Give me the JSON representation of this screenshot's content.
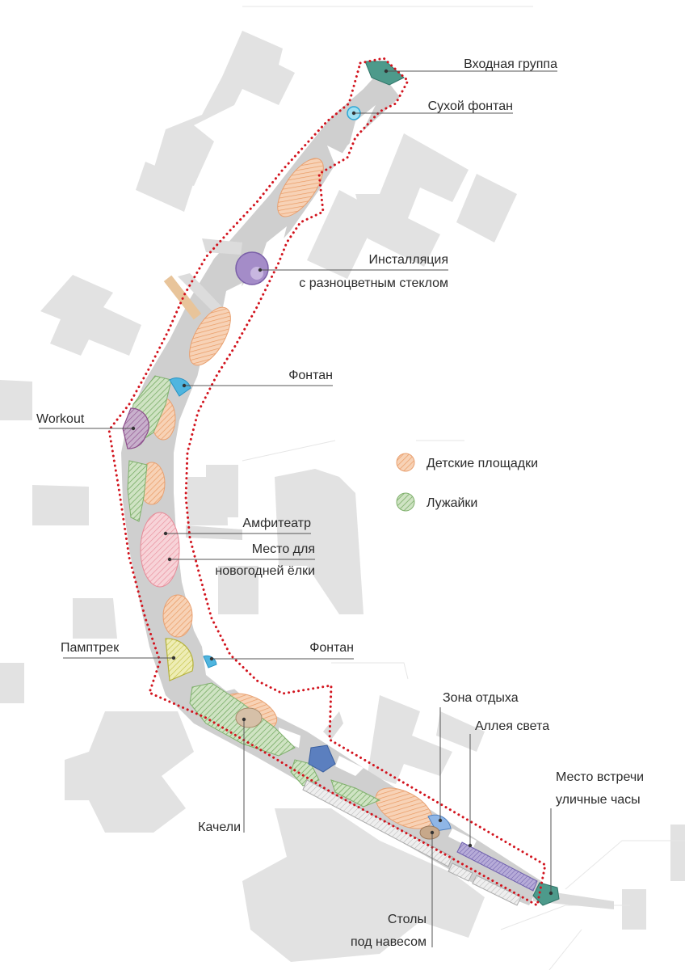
{
  "labels": {
    "entrance": "Входная группа",
    "dry_fountain": "Сухой фонтан",
    "installation_1": "Инсталляция",
    "installation_2": "с разноцветным стеклом",
    "fountain_top": "Фонтан",
    "workout": "Workout",
    "amphitheater": "Амфитеатр",
    "tree_1": "Место для",
    "tree_2": "новогодней ёлки",
    "pumptrack": "Памптрек",
    "fountain_bottom": "Фонтан",
    "rest_zone": "Зона отдыха",
    "light_alley": "Аллея света",
    "meeting_1": "Место встречи",
    "meeting_2": "уличные часы",
    "swings": "Качели",
    "tables_1": "Столы",
    "tables_2": "под навесом"
  },
  "legend": {
    "playgrounds": "Детские площадки",
    "lawns": "Лужайки"
  },
  "colors": {
    "buildings": "#e1e1e1",
    "path": "#cfcfcf",
    "boundary": "#d2141e",
    "playground": "#f2b58a",
    "lawn": "#8fbf7a",
    "workout": "#9b5a9a",
    "installation": "#8a6db0",
    "fountain": "#2ba6d6",
    "dry_fountain": "#5cc7e8",
    "entrance": "#3a8a7c",
    "amphitheater": "#f2a9b4",
    "pumptrack": "#d8d66a",
    "rest_zone": "#6a9cd6",
    "light_alley": "#8b7fc4",
    "swings": "#c7a88a"
  }
}
